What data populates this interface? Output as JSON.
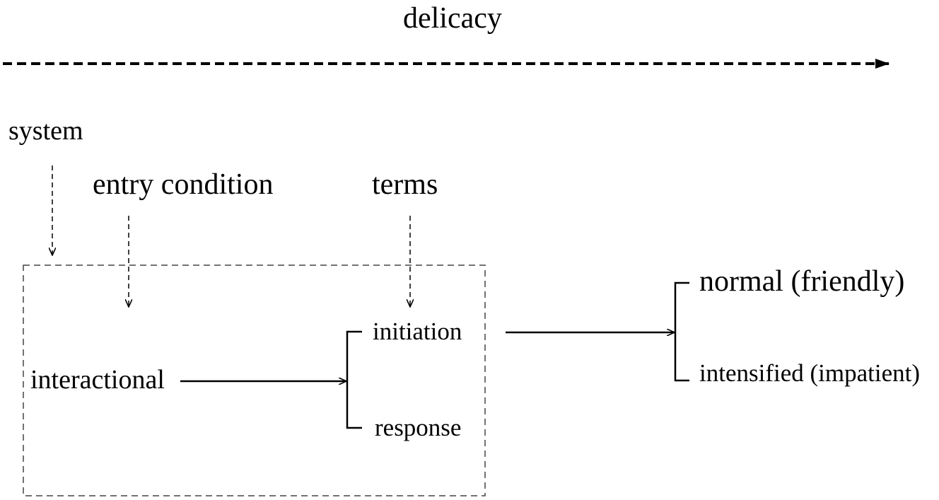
{
  "diagram": {
    "axis_label": "delicacy",
    "callouts": {
      "system": "system",
      "entry_condition": "entry condition",
      "terms": "terms"
    },
    "nodes": {
      "interactional": "interactional",
      "initiation": "initiation",
      "response": "response",
      "normal": "normal (friendly)",
      "intensified": "intensified (impatient)"
    }
  }
}
